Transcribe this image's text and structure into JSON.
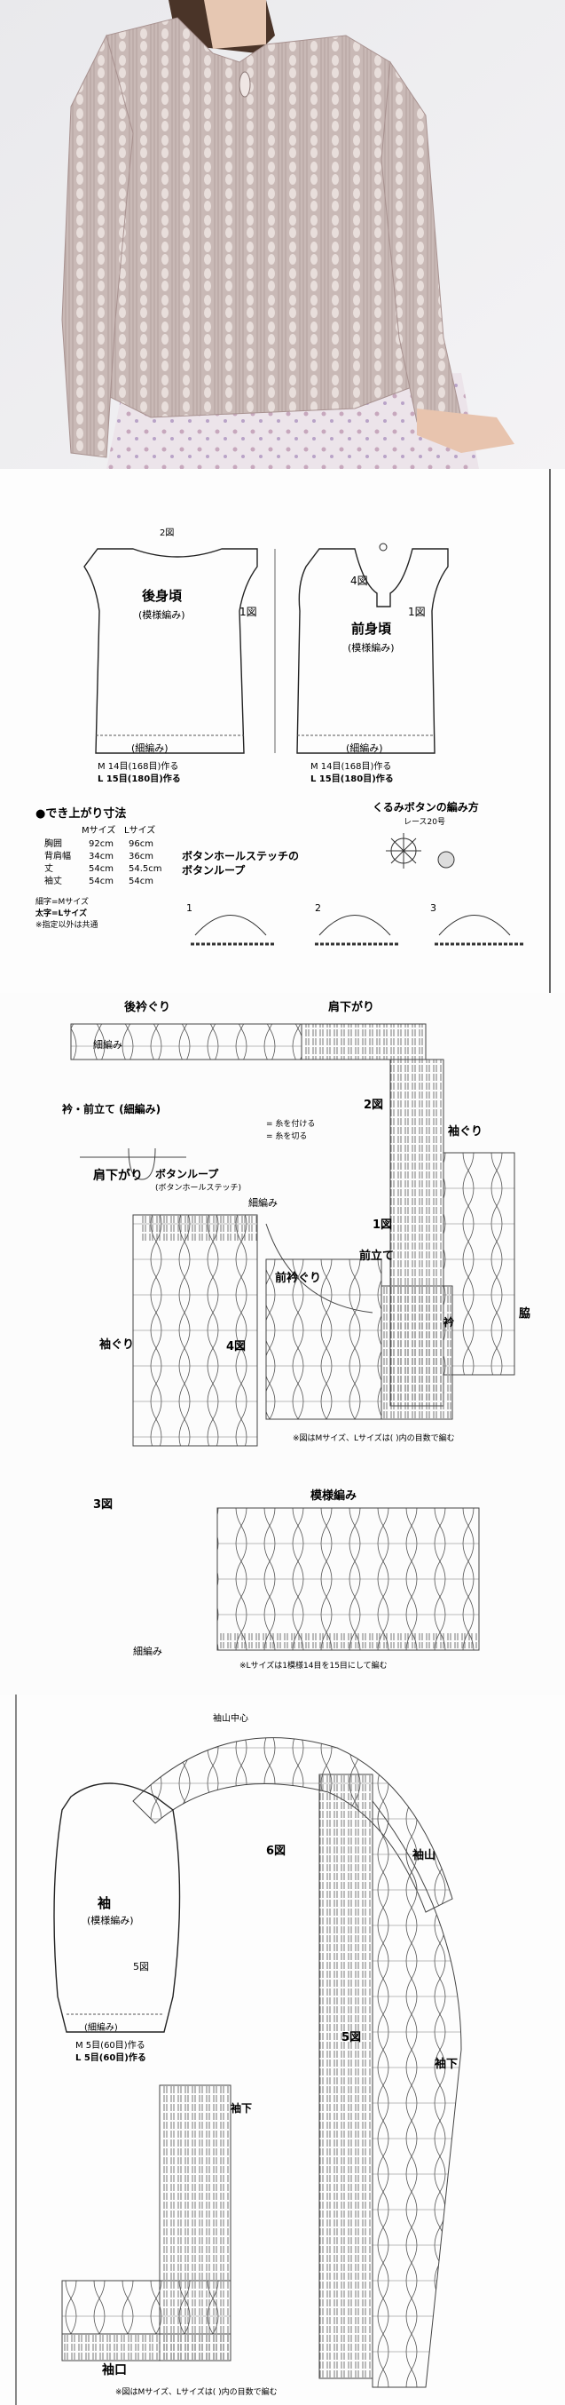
{
  "photo": {
    "alt_icon": "sweater-photo"
  },
  "schematic": {
    "back": {
      "title": "後身頃",
      "stitch": "(模様編み)",
      "part": "1図",
      "edge": "(細編み)",
      "bottom_m": "M 14目(168目)作る",
      "bottom_l": "L 15目(180目)作る"
    },
    "front": {
      "title": "前身頃",
      "stitch": "(模様編み)",
      "parts": [
        "4図",
        "1図"
      ],
      "edge": "(細編み)",
      "bottom_m": "M 14目(168目)作る",
      "bottom_l": "L 15目(180目)作る"
    },
    "labels": [
      "2図",
      "3図"
    ],
    "finished": {
      "title": "●でき上がり寸法",
      "header": [
        "Mサイズ",
        "Lサイズ"
      ],
      "rows": [
        [
          "胸囲",
          "92cm",
          "96cm"
        ],
        [
          "背肩幅",
          "34cm",
          "36cm"
        ],
        [
          "丈",
          "54cm",
          "54.5cm"
        ],
        [
          "袖丈",
          "54cm",
          "54cm"
        ]
      ],
      "note1": "細字=Mサイズ",
      "note2": "太字=Lサイズ",
      "note3": "※指定以外は共通"
    },
    "button_loop_title": "ボタンホールステッチの\nボタンループ",
    "kurumi_title": "くるみボタンの編み方",
    "kurumi_note": "レース20号",
    "steps": [
      "1",
      "2",
      "3"
    ]
  },
  "chart1": {
    "labels": {
      "back_neck": "後衿ぐり",
      "shoulder": "肩下がり",
      "edge": "細編み",
      "fig2": "2図",
      "armhole": "袖ぐり",
      "fig1": "1図",
      "collar_front": "衿・前立て (細編み)",
      "button_loop": "ボタンループ",
      "button_loop_sub": "(ボタンホールステッチ)",
      "shoulder2": "肩下がり",
      "edge2": "細編み",
      "front_neck": "前衿ぐり",
      "placket": "前立て",
      "side": "脇",
      "armhole2": "袖ぐり",
      "fig4": "4図",
      "fig3": "3図",
      "note": "※図はMサイズ、Lサイズは( )内の目数で編む",
      "pattern": "模様編み",
      "edge3": "細編み",
      "collar": "衿",
      "legend1": "= 糸を付ける",
      "legend2": "= 糸を切る",
      "bottom_note": "※Lサイズは1模様14目を15目にして編む"
    }
  },
  "chart2": {
    "labels": {
      "cap_top": "袖山中心",
      "fig6": "6図",
      "sleeve_cap": "袖山",
      "sleeve_title": "袖",
      "sleeve_stitch": "(模様編み)",
      "fig5_small": "5図",
      "fig5": "5図",
      "sleeve_side": "袖下",
      "sleeve_under_label": "袖下",
      "cuff": "袖口",
      "note": "※図はMサイズ、Lサイズは( )内の目数で編む",
      "sleeve_edge": "(細編み)",
      "size_m": "M 5目(60目)作る",
      "size_l": "L 5目(60目)作る"
    }
  }
}
